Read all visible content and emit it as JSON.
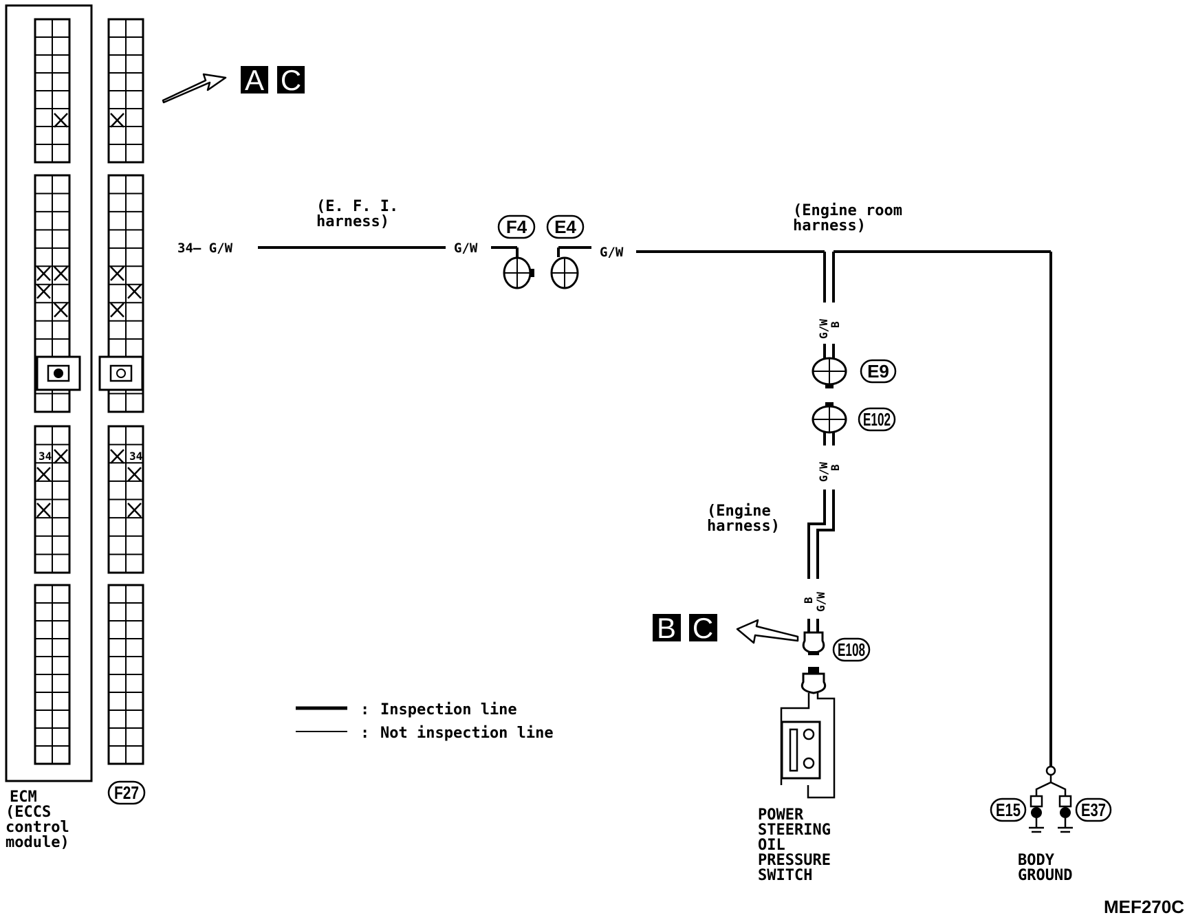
{
  "ecm": {
    "label_lines": [
      "ECM",
      "(ECCS",
      " control",
      " module)"
    ],
    "pin_label": "34"
  },
  "f27": {
    "label": "F27",
    "pin_label": "34"
  },
  "refs_top": [
    "A",
    "C"
  ],
  "refs_bottom": [
    "B",
    "C"
  ],
  "efi_harness": {
    "lines": [
      "(E. F. I.",
      " harness)"
    ]
  },
  "engine_room_harness": {
    "lines": [
      "(Engine  room",
      " harness)"
    ]
  },
  "engine_harness": {
    "lines": [
      "(Engine",
      " harness)"
    ]
  },
  "wire_labels": {
    "start": "34— G/W",
    "before_f4": "G/W",
    "after_e4": "G/W",
    "vert_gw": "G/W",
    "vert_b": "B"
  },
  "connectors": {
    "f4": "F4",
    "e4": "E4",
    "e9": "E9",
    "e102": "E102",
    "e108": "E108",
    "e15": "E15",
    "e37": "E37"
  },
  "components": {
    "ps_switch_lines": [
      "POWER",
      "STEERING",
      "OIL",
      "PRESSURE",
      "SWITCH"
    ],
    "body_ground_lines": [
      "BODY",
      "GROUND"
    ]
  },
  "legend": {
    "inspection": "Inspection line",
    "not_inspection": "Not inspection line",
    "separator": ":"
  },
  "figure_code": "MEF270C"
}
